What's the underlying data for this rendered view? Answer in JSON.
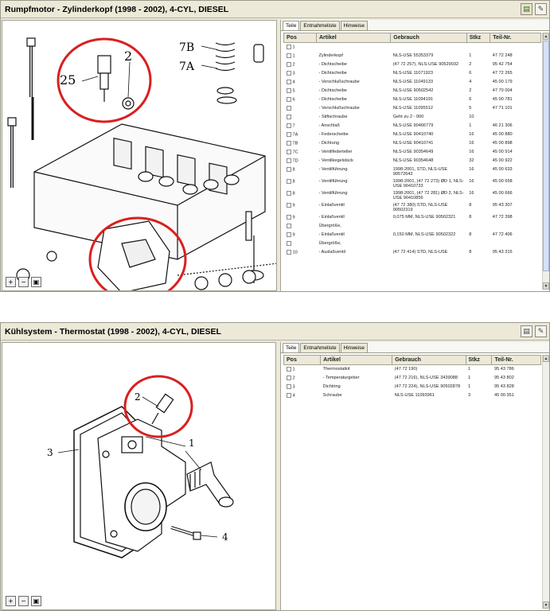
{
  "window1": {
    "title": "Rumpfmotor - Zylinderkopf   (1998 - 2002), 4-CYL, DIESEL",
    "tabs": [
      "Teile",
      "Entnahmeliste",
      "Hinweise"
    ],
    "headers": [
      "Pos",
      "Artikel",
      "Gebrauch",
      "Stkz",
      "Teil-Nr."
    ],
    "callouts": [
      "25",
      "2",
      "7B",
      "7A"
    ],
    "rows": [
      {
        "pos": "1",
        "artikel": "",
        "gebrauch": "",
        "stkz": "",
        "teil": ""
      },
      {
        "pos": "1",
        "artikel": "Zylinderkopf",
        "gebrauch": "NLS-USE 55353379",
        "stkz": "1",
        "teil": "47 72 248"
      },
      {
        "pos": "2",
        "artikel": "- Dichtscheibe",
        "gebrauch": "(47 72 257), NLS-USE 90529032",
        "stkz": "2",
        "teil": "95 42 754"
      },
      {
        "pos": "3",
        "artikel": "- Dichtscheibe",
        "gebrauch": "NLS-USE 11071923",
        "stkz": "6",
        "teil": "47 72 265"
      },
      {
        "pos": "4",
        "artikel": "- Verschlußschraube",
        "gebrauch": "NLS-USE 11049133",
        "stkz": "4",
        "teil": "45 00 179"
      },
      {
        "pos": "5",
        "artikel": "- Dichtscheibe",
        "gebrauch": "NLS-USE 90502542",
        "stkz": "2",
        "teil": "47 70 004"
      },
      {
        "pos": "6",
        "artikel": "- Dichtscheibe",
        "gebrauch": "NLS-USE 11094191",
        "stkz": "6",
        "teil": "45 00 781"
      },
      {
        "pos": "",
        "artikel": "- Verschlußschraube",
        "gebrauch": "NLS-USE 11095512",
        "stkz": "5",
        "teil": "47 71 101"
      },
      {
        "pos": "",
        "artikel": "- Stiftschraube",
        "gebrauch": "Geht zu 2 - 900",
        "stkz": "10",
        "teil": ""
      },
      {
        "pos": "7",
        "artikel": "- Anschlaß",
        "gebrauch": "NLS-USE 90466779",
        "stkz": "1",
        "teil": "46 21 306"
      },
      {
        "pos": "7A",
        "artikel": "- Federscheibe",
        "gebrauch": "NLS-USE 90410740",
        "stkz": "16",
        "teil": "45 00 880"
      },
      {
        "pos": "7B",
        "artikel": "- Dichtung",
        "gebrauch": "NLS-USE 90410741",
        "stkz": "16",
        "teil": "45 00 898"
      },
      {
        "pos": "7C",
        "artikel": "- Ventilfederteller",
        "gebrauch": "NLS-USE 90354649",
        "stkz": "16",
        "teil": "45 00 914"
      },
      {
        "pos": "7D",
        "artikel": "- Ventilkegelstück",
        "gebrauch": "NLS-USE 90354648",
        "stkz": "32",
        "teil": "45 00 922"
      },
      {
        "pos": "8",
        "artikel": "- Ventilführung",
        "gebrauch": "1998-2001, STD, NLS-USE 90572642",
        "stkz": "16",
        "teil": "45 00 633"
      },
      {
        "pos": "8",
        "artikel": "- Ventilführung",
        "gebrauch": "1998-2001, (47 72 273) ØD 1, NLS-USE 90410733",
        "stkz": "16",
        "teil": "45 00 658"
      },
      {
        "pos": "8",
        "artikel": "- Ventilführung",
        "gebrauch": "1998-2001, (47 72 281) ØD 2, NLS-USE 90410856",
        "stkz": "16",
        "teil": "45 00 666"
      },
      {
        "pos": "9",
        "artikel": "- Einlaßventil",
        "gebrauch": "(47 72 380) STD, NLS-USE 90502319",
        "stkz": "8",
        "teil": "95 43 307"
      },
      {
        "pos": "9",
        "artikel": "- Einlaßventil",
        "gebrauch": "0,075 MM, NLS-USE 90502321",
        "stkz": "8",
        "teil": "47 72 398"
      },
      {
        "pos": "",
        "artikel": "Übergröße,",
        "gebrauch": "",
        "stkz": "",
        "teil": ""
      },
      {
        "pos": "9",
        "artikel": "- Einlaßventil",
        "gebrauch": "0,150 MM, NLS-USE 90502322",
        "stkz": "8",
        "teil": "47 72 406"
      },
      {
        "pos": "",
        "artikel": "Übergröße,",
        "gebrauch": "",
        "stkz": "",
        "teil": ""
      },
      {
        "pos": "10",
        "artikel": "- Auslaßventil",
        "gebrauch": "(47 72 414) STD, NLS-USE",
        "stkz": "8",
        "teil": "95 43 315"
      }
    ]
  },
  "window2": {
    "title": "Kühlsystem - Thermostat   (1998 - 2002), 4-CYL, DIESEL",
    "tabs": [
      "Teile",
      "Entnahmeliste",
      "Hinweise"
    ],
    "headers": [
      "Pos",
      "Artikel",
      "Gebrauch",
      "Stkz",
      "Teil-Nr."
    ],
    "callouts": [
      "2",
      "3",
      "1",
      "4"
    ],
    "rows": [
      {
        "pos": "1",
        "artikel": "Thermostatkit",
        "gebrauch": "(47 72 190)",
        "stkz": "1",
        "teil": "95 43 786"
      },
      {
        "pos": "2",
        "artikel": "- Temperaturgeber",
        "gebrauch": "(47 72 216), NLS-USE 3439088",
        "stkz": "1",
        "teil": "95 43 802"
      },
      {
        "pos": "3",
        "artikel": "Dichtring",
        "gebrauch": "(47 72 224), NLS-USE 90502878",
        "stkz": "1",
        "teil": "95 43 828"
      },
      {
        "pos": "4",
        "artikel": "Schraube",
        "gebrauch": "NLS-USE 11093961",
        "stkz": "3",
        "teil": "45 00 351"
      }
    ]
  },
  "icons": {
    "zoom_in": "zoom-in-icon",
    "zoom_out": "zoom-out-icon",
    "fit": "fit-page-icon",
    "print": "print-icon",
    "settings": "settings-icon"
  },
  "colors": {
    "highlight_circle": "#d8201f",
    "window_bg": "#ece9d8"
  }
}
